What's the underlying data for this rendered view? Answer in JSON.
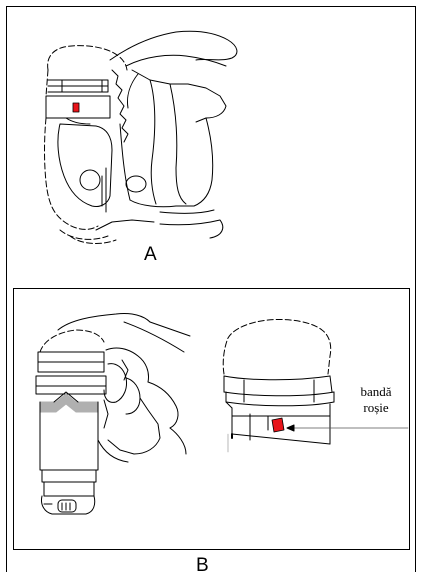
{
  "figure_a": {
    "caption": "A"
  },
  "figure_b": {
    "caption": "B",
    "annotation": {
      "line1": "bandă",
      "line2": "roșie"
    }
  },
  "colors": {
    "line": "#000000",
    "red_band": "#e8141a",
    "grey_band": "#b0b0b0"
  }
}
